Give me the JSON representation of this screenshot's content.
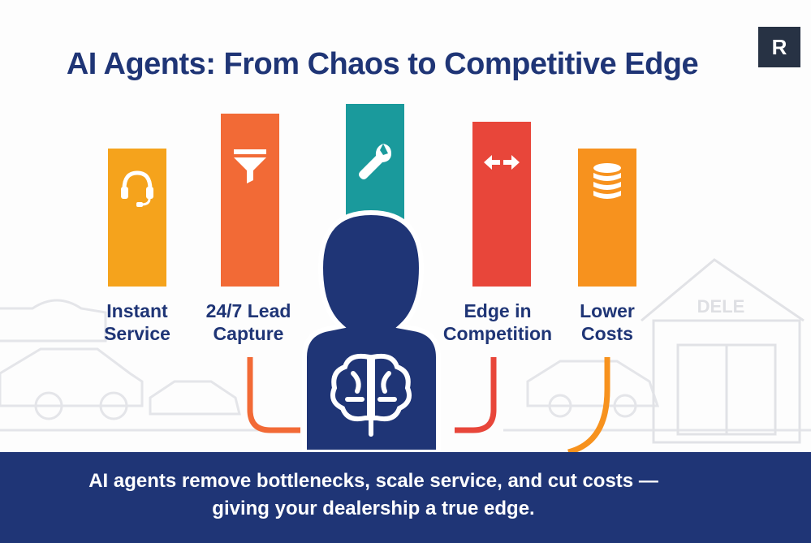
{
  "brand": {
    "logo_letter": "R"
  },
  "title": "AI Agents: From Chaos to Competitive Edge",
  "building_sign": "DELE",
  "pillars": [
    {
      "label_line1": "Instant",
      "label_line2": "Service",
      "color": "#f5a31c",
      "icon": "headset-icon"
    },
    {
      "label_line1": "24/7 Lead",
      "label_line2": "Capture",
      "color": "#f26a36",
      "icon": "funnel-icon"
    },
    {
      "label_line1": "",
      "label_line2": "",
      "color": "#1a9a9c",
      "icon": "wrench-icon"
    },
    {
      "label_line1": "Edge in",
      "label_line2": "Competition",
      "color": "#e8463a",
      "icon": "arrows-icon"
    },
    {
      "label_line1": "Lower",
      "label_line2": "Costs",
      "color": "#f7921e",
      "icon": "coins-icon"
    }
  ],
  "footer": {
    "line1": "AI agents remove bottlenecks, scale service, and cut costs —",
    "line2": "giving your dealership a true edge."
  },
  "colors": {
    "navy": "#1f3576",
    "background": "#fdfdfd",
    "scenery": "#e6e7ea"
  }
}
